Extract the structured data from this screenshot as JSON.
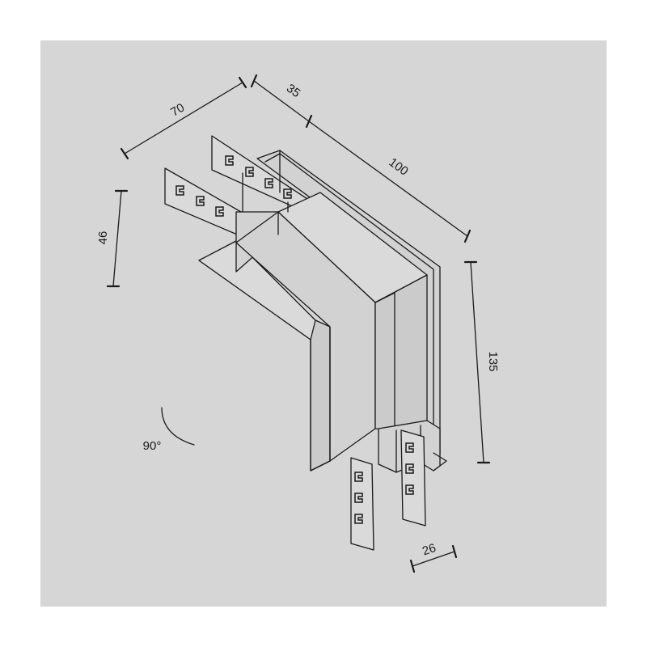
{
  "colors": {
    "background": "#d6d6d6",
    "line": "#1a1a1a",
    "face_light": "#dadada",
    "face_mid": "#d2d2d2",
    "face_dark": "#cbcbcb"
  },
  "dimensions": {
    "d70": "70",
    "d35": "35",
    "d100": "100",
    "d46": "46",
    "d135": "135",
    "d26": "26"
  },
  "angle": {
    "label": "90°"
  }
}
